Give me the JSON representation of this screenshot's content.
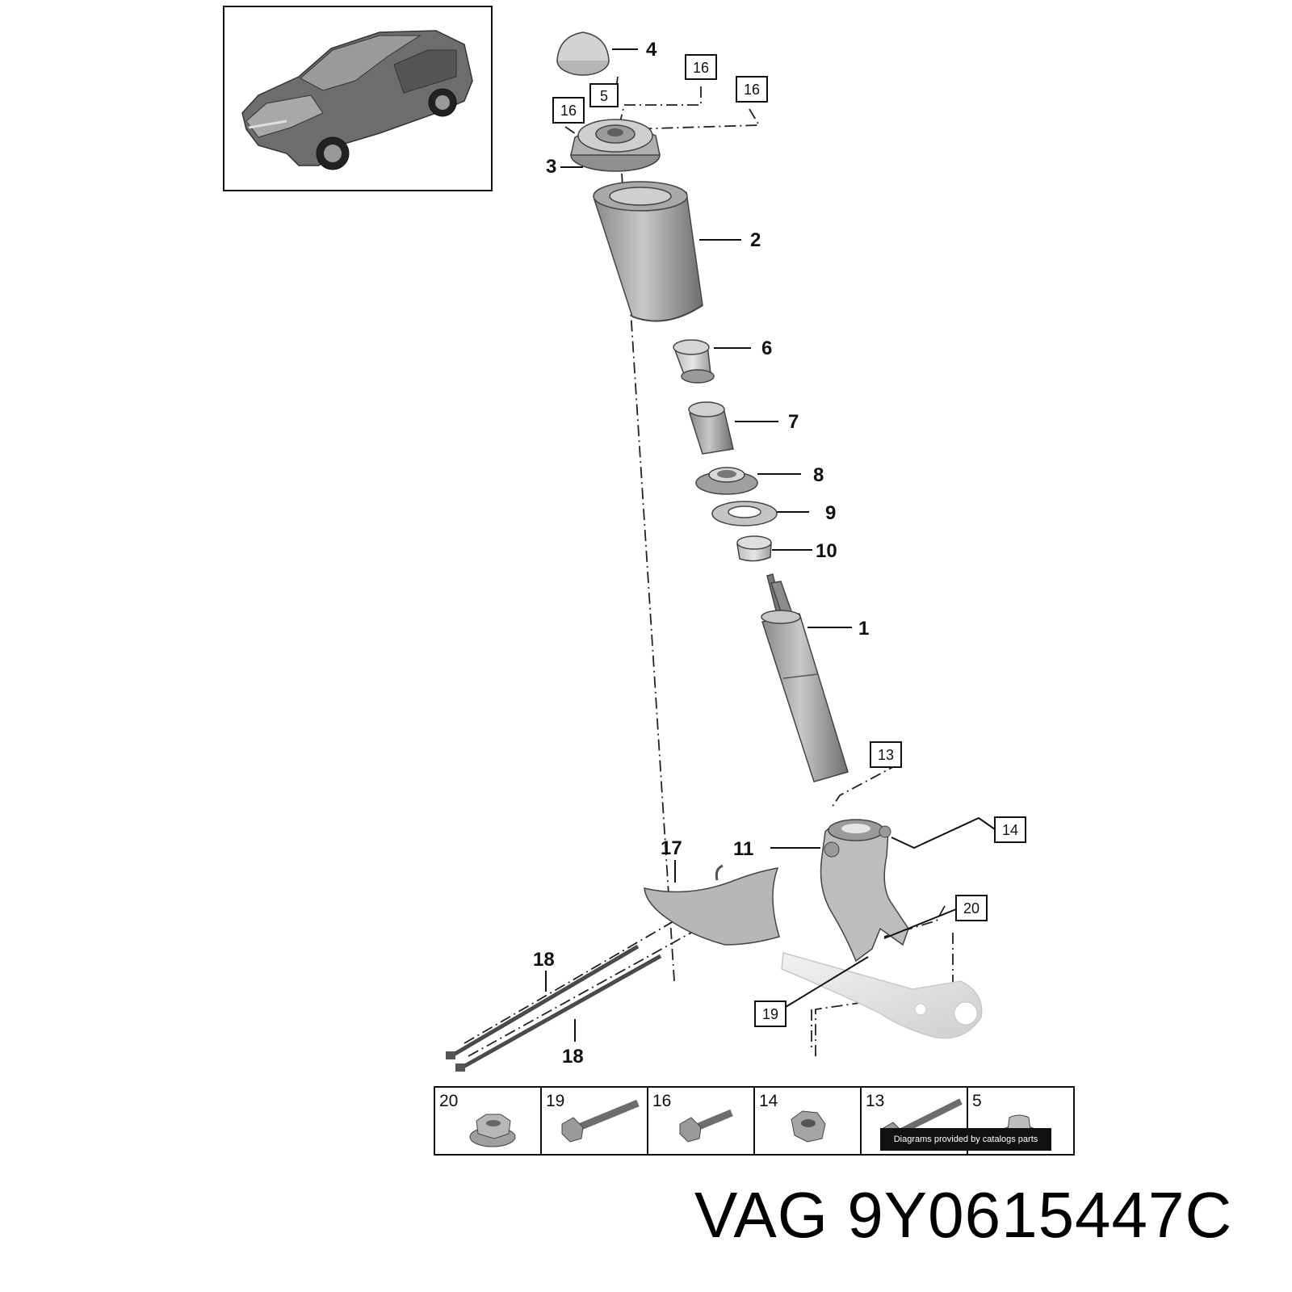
{
  "callouts": {
    "c1": "1",
    "c2": "2",
    "c3": "3",
    "c4": "4",
    "c5": "5",
    "c6": "6",
    "c7": "7",
    "c8": "8",
    "c9": "9",
    "c10": "10",
    "c11": "11",
    "c17": "17",
    "c18a": "18",
    "c18b": "18"
  },
  "boxed_callouts": {
    "b5": "5",
    "b16a": "16",
    "b16b": "16",
    "b16c": "16",
    "b13": "13",
    "b14": "14",
    "b20": "20",
    "b19": "19"
  },
  "fastener_table": [
    {
      "number": "20",
      "icon": "flange-nut-icon"
    },
    {
      "number": "19",
      "icon": "bolt-icon"
    },
    {
      "number": "16",
      "icon": "bolt-icon"
    },
    {
      "number": "14",
      "icon": "hex-nut-icon"
    },
    {
      "number": "13",
      "icon": "long-bolt-icon"
    },
    {
      "number": "5",
      "icon": "cap-nut-icon"
    }
  ],
  "credit": "Diagrams provided by catalogs parts",
  "caption": "VAG 9Y0615447C"
}
